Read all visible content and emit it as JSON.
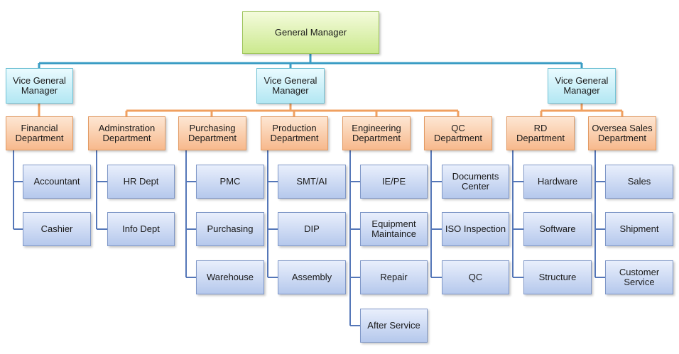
{
  "general_manager": {
    "label": "General Manager"
  },
  "vice_managers": [
    {
      "label": "Vice General\nManager"
    },
    {
      "label": "Vice General\nManager"
    },
    {
      "label": "Vice General\nManager"
    }
  ],
  "departments": [
    {
      "label": "Financial\nDepartment",
      "units": [
        "Accountant",
        "Cashier"
      ]
    },
    {
      "label": "Adminstration\nDepartment",
      "units": [
        "HR Dept",
        "Info Dept"
      ]
    },
    {
      "label": "Purchasing\nDepartment",
      "units": [
        "PMC",
        "Purchasing",
        "Warehouse"
      ]
    },
    {
      "label": "Production\nDepartment",
      "units": [
        "SMT/AI",
        "DIP",
        "Assembly"
      ]
    },
    {
      "label": "Engineering\nDepartment",
      "units": [
        "IE/PE",
        "Equipment\nMaintaince",
        "Repair",
        "After Service"
      ]
    },
    {
      "label": "QC\nDepartment",
      "units": [
        "Documents\nCenter",
        "ISO Inspection",
        "QC"
      ]
    },
    {
      "label": "RD\nDepartment",
      "units": [
        "Hardware",
        "Software",
        "Structure"
      ]
    },
    {
      "label": "Oversea Sales\nDepartment",
      "units": [
        "Sales",
        "Shipment",
        "Customer\nService"
      ]
    }
  ],
  "colors": {
    "blue_connector": "#3a9cc4",
    "orange_connector": "#f0a060",
    "tree_connector": "#5577b8"
  }
}
